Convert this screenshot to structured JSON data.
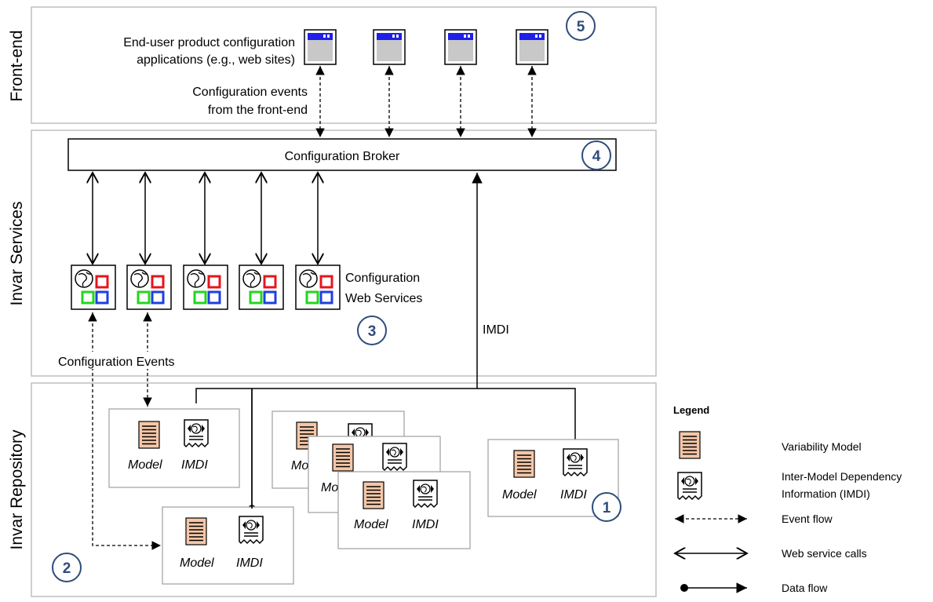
{
  "layers": {
    "frontend": "Front-end",
    "services": "Invar Services",
    "repository": "Invar Repository"
  },
  "frontend": {
    "apps_label_line1": "End-user product configuration",
    "apps_label_line2": "applications (e.g., web sites)",
    "events_label_line1": "Configuration events",
    "events_label_line2": "from the front-end"
  },
  "broker": {
    "label": "Configuration Broker"
  },
  "services": {
    "label_line1": "Configuration",
    "label_line2": "Web Services",
    "events_label": "Configuration Events",
    "imdi_flow_label": "IMDI"
  },
  "repository": {
    "model_label": "Model",
    "imdi_label": "IMDI",
    "partial_model_label": "Mo"
  },
  "markers": {
    "m1": "1",
    "m2": "2",
    "m3": "3",
    "m4": "4",
    "m5": "5"
  },
  "legend": {
    "title": "Legend",
    "variability_model": "Variability Model",
    "imdi_line1": "Inter-Model Dependency",
    "imdi_line2": "Information (IMDI)",
    "event_flow": "Event flow",
    "web_service_calls": "Web service calls",
    "data_flow": "Data flow"
  },
  "colors": {
    "marker": "#2e4d7b",
    "model_fill": "#f4c7a8",
    "window_bar": "#1f1fe8",
    "window_body": "#c8c8c8",
    "layer_border": "#bfbfbf",
    "ws_red": "#e8141c",
    "ws_green": "#22d61e",
    "ws_blue": "#1d3fe0"
  }
}
